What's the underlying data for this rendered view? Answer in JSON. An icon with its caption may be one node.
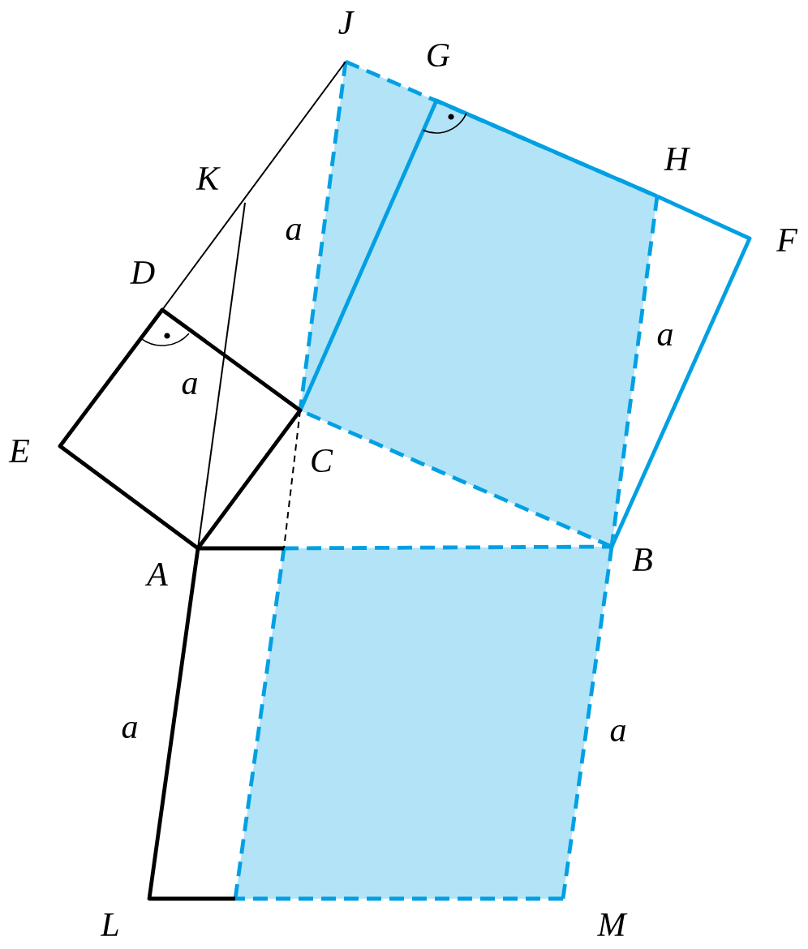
{
  "diagram": {
    "labels": [
      "J",
      "G",
      "H",
      "K",
      "a",
      "F",
      "D",
      "a",
      "a",
      "E",
      "C",
      "A",
      "B",
      "a",
      "a",
      "L",
      "M"
    ]
  }
}
